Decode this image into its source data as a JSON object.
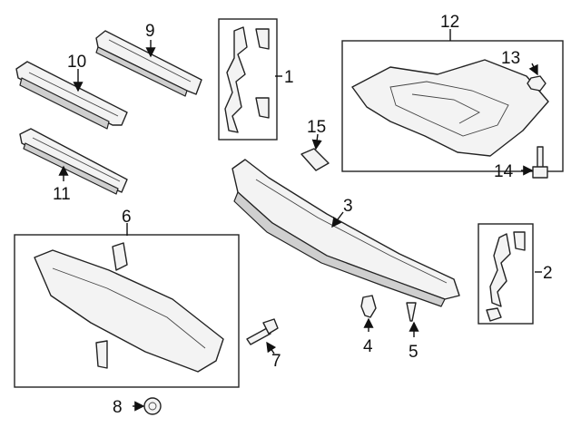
{
  "callouts": {
    "c1": "1",
    "c2": "2",
    "c3": "3",
    "c4": "4",
    "c5": "5",
    "c6": "6",
    "c7": "7",
    "c8": "8",
    "c9": "9",
    "c10": "10",
    "c11": "11",
    "c12": "12",
    "c13": "13",
    "c14": "14",
    "c15": "15"
  },
  "colors": {
    "line": "#222222",
    "fill": "#f3f3f3",
    "shade": "#cfcfcf"
  }
}
